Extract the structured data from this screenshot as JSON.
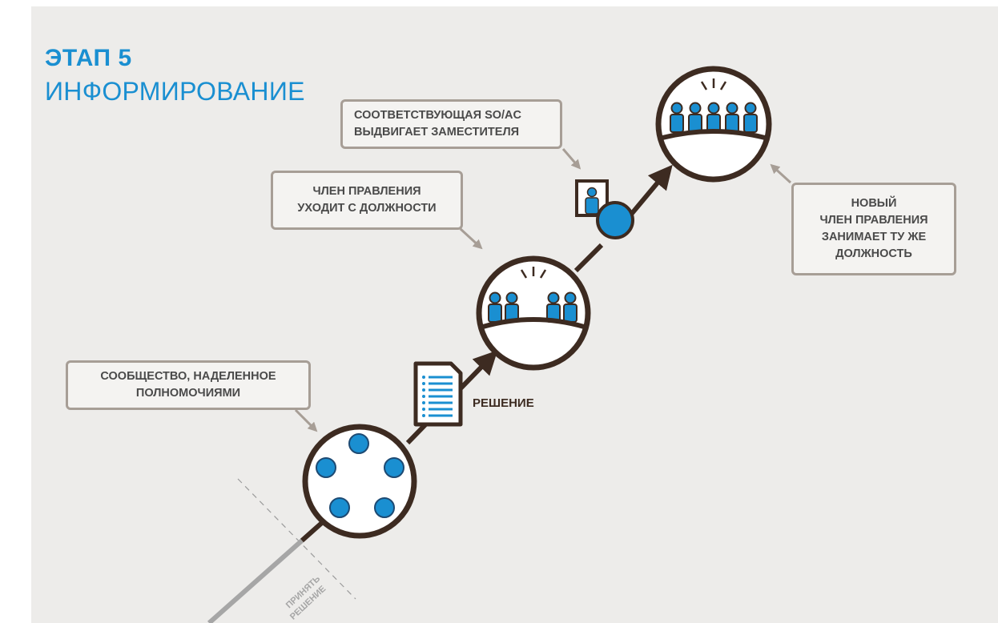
{
  "title": {
    "step": "ЭТАП 5",
    "name": "ИНФОРМИРОВАНИЕ"
  },
  "callouts": {
    "community": [
      "СООБЩЕСТВО, НАДЕЛЕННОЕ",
      "ПОЛНОМОЧИЯМИ"
    ],
    "member_leaves": [
      "ЧЛЕН ПРАВЛЕНИЯ",
      "УХОДИТ С ДОЛЖНОСТИ"
    ],
    "soac_nominates": [
      "СООТВЕТСТВУЮЩАЯ SO/AC",
      "ВЫДВИГАЕТ ЗАМЕСТИТЕЛЯ"
    ],
    "new_member": [
      "НОВЫЙ",
      "ЧЛЕН ПРАВЛЕНИЯ",
      "ЗАНИМАЕТ ТУ ЖЕ",
      "ДОЛЖНОСТЬ"
    ]
  },
  "decision_label": "РЕШЕНИЕ",
  "take_decision_label": [
    "ПРИНЯТЬ",
    "РЕШЕНИЕ"
  ],
  "colors": {
    "accent_blue": "#1a8fd1",
    "dark_brown": "#3d2b21",
    "callout_border": "#a79e96",
    "background": "#edecea",
    "faded_line": "#a6a6a6"
  },
  "icons": [
    "community-circle-icon",
    "document-icon",
    "board-meeting-icon",
    "nominee-portrait-icon",
    "full-board-icon"
  ]
}
